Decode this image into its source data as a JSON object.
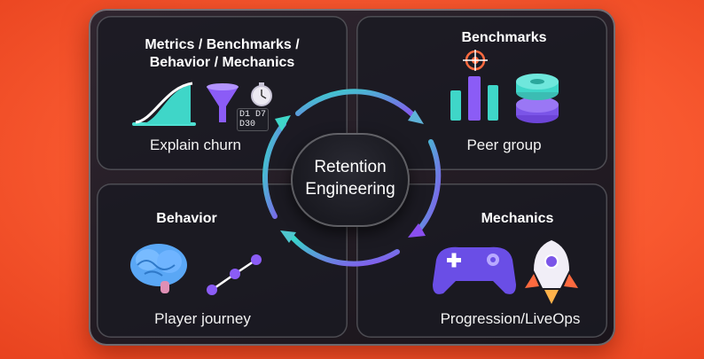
{
  "center": {
    "line1": "Retention",
    "line2": "Engineering"
  },
  "quadrants": {
    "top_left": {
      "title_line1": "Metrics / Benchmarks /",
      "title_line2": "Behavior / Mechanics",
      "caption": "Explain churn",
      "badge_line1": "D1 D7",
      "badge_line2": "D30"
    },
    "top_right": {
      "title": "Benchmarks",
      "caption": "Peer group"
    },
    "bottom_left": {
      "title": "Behavior",
      "caption": "Player journey"
    },
    "bottom_right": {
      "title": "Mechanics",
      "caption": "Progression/LiveOps"
    }
  },
  "icons": [
    "curve-chart-icon",
    "funnel-icon",
    "stopwatch-icon",
    "target-icon",
    "bar-chart-icon",
    "coin-stack-icon",
    "brain-icon",
    "path-dots-icon",
    "gamepad-icon",
    "rocket-icon"
  ],
  "colors": {
    "background": "#f8582f",
    "teal": "#3fd6c8",
    "purple": "#7b55e8",
    "ring_gradient_start": "#35d9c9",
    "ring_gradient_end": "#8a4ff0"
  }
}
